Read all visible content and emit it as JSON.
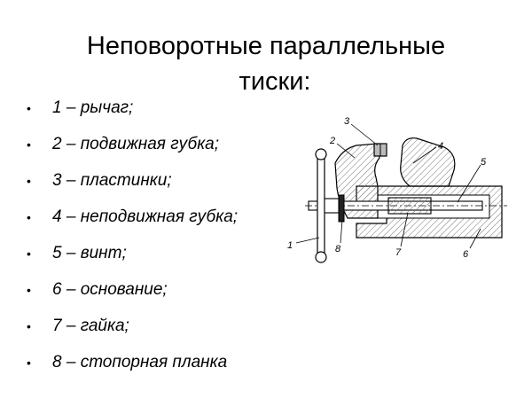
{
  "slide": {
    "title_line1": "Неповоротные параллельные",
    "title_line2": "тиски:",
    "bullet_glyph": "•",
    "items": [
      "1 – рычаг;",
      "2 – подвижная губка;",
      "3 – пластинки;",
      "4 – неподвижная губка;",
      "5 – винт;",
      "6 – основание;",
      "7 – гайка;",
      "8 – стопорная планка"
    ]
  },
  "figure": {
    "labels": [
      "1",
      "2",
      "3",
      "4",
      "5",
      "6",
      "7",
      "8"
    ]
  }
}
